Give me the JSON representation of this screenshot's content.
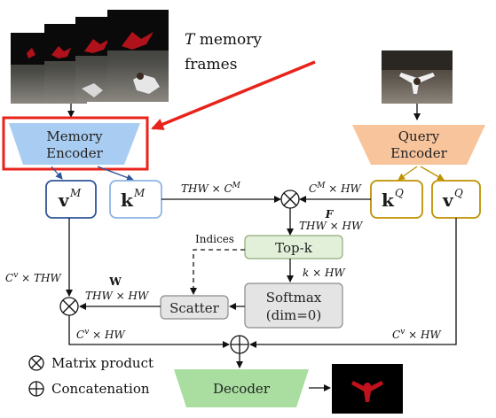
{
  "memory_frames": {
    "count_symbol": "T",
    "caption_rest": " memory",
    "caption_line2": "frames"
  },
  "encoders": {
    "memory_line1": "Memory",
    "memory_line2": "Encoder",
    "query_line1": "Query",
    "query_line2": "Encoder",
    "decoder": "Decoder"
  },
  "keys_values": {
    "v_symbol": "v",
    "k_symbol": "k",
    "memory_sup": "M",
    "query_sup": "Q"
  },
  "blocks": {
    "topk": "Top-k",
    "softmax_line1": "Softmax",
    "softmax_line2": "(dim=0)",
    "scatter": "Scatter",
    "indices": "Indices"
  },
  "dimension_labels": {
    "thw_cm": "THW × C",
    "thw_cm_sup": "M",
    "cm_hw": "C",
    "cm_hw_sup": "M",
    "cm_hw_rest": " × HW",
    "thw_hw_top": "THW × HW",
    "f_symbol": "F",
    "k_hw": "k × HW",
    "cv_thw": "C",
    "cv_thw_sup": "v",
    "cv_thw_rest": " × THW",
    "w_symbol": "W",
    "thw_hw_left": "THW × HW",
    "cv_hw_left": "C",
    "cv_hw_left_sup": "v",
    "cv_hw_left_rest": " × HW",
    "cv_hw_right": "C",
    "cv_hw_right_sup": "v",
    "cv_hw_right_rest": " × HW"
  },
  "legend": {
    "matrix_product": "Matrix product",
    "concatenation": "Concatenation"
  },
  "colors": {
    "memory_encoder": "#a9cdf2",
    "query_encoder": "#f8c49c",
    "decoder": "#a9dea0",
    "topk_fill": "#e2f0d9",
    "gray_fill": "#e4e4e4",
    "memory_border": "#4472c4",
    "query_border": "#bf9000",
    "highlight_red": "#e8231b"
  }
}
